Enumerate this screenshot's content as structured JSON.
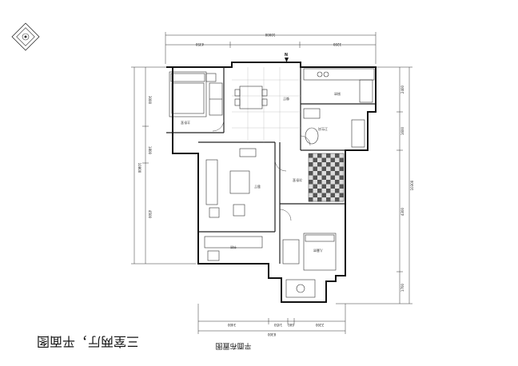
{
  "caption": {
    "main": "三室两厅，平面图",
    "sub": "平面布置图"
  },
  "north_label": "N",
  "dimensions": {
    "top_overall": "10000",
    "top_left": "4350",
    "top_right": "3200",
    "bottom_overall": "8300",
    "bottom_left": "3400",
    "bottom_mid_a": "1450",
    "bottom_mid_b": "600",
    "bottom_right": "2200",
    "left_overall": "10800",
    "left_a": "3000",
    "left_b": "1800",
    "left_c": "4500",
    "right_overall": "10300",
    "right_a": "2400",
    "right_b": "1600",
    "right_c": "4300",
    "right_d": "1700"
  },
  "rooms": [
    {
      "id": "bedroom-1",
      "label": "主卧室"
    },
    {
      "id": "dining",
      "label": "餐厅"
    },
    {
      "id": "kitchen",
      "label": "厨房"
    },
    {
      "id": "bathroom-1",
      "label": "卫生间"
    },
    {
      "id": "living",
      "label": "客厅"
    },
    {
      "id": "bedroom-2",
      "label": "次卧室"
    },
    {
      "id": "study",
      "label": "书房"
    },
    {
      "id": "bedroom-3",
      "label": "儿童房"
    }
  ]
}
